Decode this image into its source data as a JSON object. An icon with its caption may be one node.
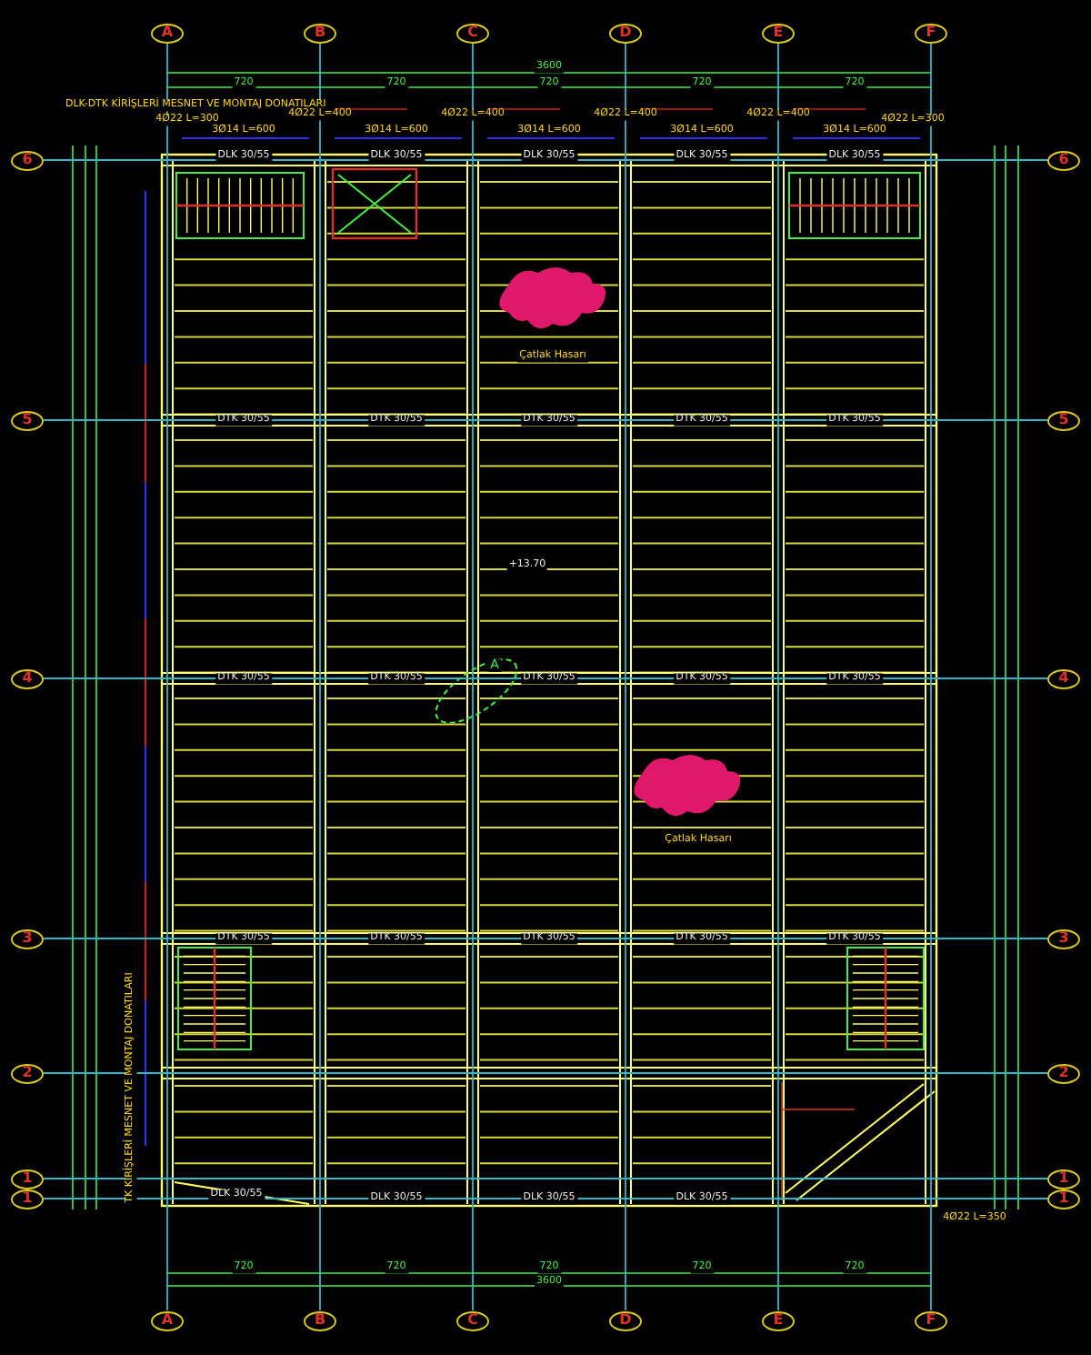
{
  "diagram": {
    "nodes": [
      {
        "text": [
          "A"
        ]
      },
      {
        "text": [
          "B"
        ]
      },
      {
        "text": [
          "C"
        ]
      },
      {
        "text": [
          "D"
        ]
      },
      {
        "text": [
          "E"
        ]
      },
      {
        "text": [
          "F"
        ]
      },
      {
        "text": [
          "A"
        ]
      },
      {
        "text": [
          "B"
        ]
      },
      {
        "text": [
          "C"
        ]
      },
      {
        "text": [
          "D"
        ]
      },
      {
        "text": [
          "E"
        ]
      },
      {
        "text": [
          "F"
        ]
      },
      {
        "text": [
          "6"
        ]
      },
      {
        "text": [
          "5"
        ]
      },
      {
        "text": [
          "4"
        ]
      },
      {
        "text": [
          "3"
        ]
      },
      {
        "text": [
          "2"
        ]
      },
      {
        "text": [
          "1"
        ]
      },
      {
        "text": [
          "1"
        ]
      },
      {
        "text": [
          "6"
        ]
      },
      {
        "text": [
          "5"
        ]
      },
      {
        "text": [
          "4"
        ]
      },
      {
        "text": [
          "3"
        ]
      },
      {
        "text": [
          "2"
        ]
      },
      {
        "text": [
          "1"
        ]
      },
      {
        "text": [
          "1"
        ]
      }
    ],
    "edges": [
      {
        "from": 0,
        "to": 6,
        "arrow": "none"
      },
      {
        "from": 1,
        "to": 7,
        "arrow": "none"
      },
      {
        "from": 2,
        "to": 8,
        "arrow": "none"
      },
      {
        "from": 3,
        "to": 9,
        "arrow": "none"
      },
      {
        "from": 4,
        "to": 10,
        "arrow": "none"
      },
      {
        "from": 5,
        "to": 11,
        "arrow": "none"
      },
      {
        "from": 12,
        "to": 19,
        "arrow": "none"
      },
      {
        "from": 13,
        "to": 20,
        "arrow": "none"
      },
      {
        "from": 14,
        "to": 21,
        "arrow": "none"
      },
      {
        "from": 15,
        "to": 22,
        "arrow": "none"
      },
      {
        "from": 16,
        "to": 23,
        "arrow": "none"
      },
      {
        "from": 17,
        "to": 24,
        "arrow": "none"
      },
      {
        "from": 18,
        "to": 25,
        "arrow": "none"
      }
    ],
    "labels": [
      "DLK-DTK KİRİŞLERİ MESNET VE MONTAJ DONATILARI",
      "3600",
      "720",
      "720",
      "720",
      "720",
      "720",
      "4Ø22 L=300",
      "4Ø22 L=400",
      "4Ø22 L=400",
      "4Ø22 L=400",
      "4Ø22 L=400",
      "4Ø22 L=300",
      "3Ø14 L=600",
      "3Ø14 L=600",
      "3Ø14 L=600",
      "3Ø14 L=600",
      "3Ø14 L=600",
      "DLK 30/55",
      "DLK 30/55",
      "DLK 30/55",
      "DLK 30/55",
      "DLK 30/55",
      "DTK 30/55",
      "DTK 30/55",
      "DTK 30/55",
      "DTK 30/55",
      "DTK 30/55",
      "DTK 30/55",
      "DTK 30/55",
      "DTK 30/55",
      "DTK 30/55",
      "DTK 30/55",
      "DTK 30/55",
      "DTK 30/55",
      "DTK 30/55",
      "DTK 30/55",
      "DTK 30/55",
      "Çatlak Hasarı",
      "+13.70",
      "A",
      "Çatlak Hasarı",
      "DLK 30/55",
      "DLK 30/55",
      "DLK 30/55",
      "DLK 30/55",
      "4Ø22 L=350",
      "TK KİRİŞLERİ MESNET VE MONTAJ DONATILARI",
      "720",
      "720",
      "720",
      "720",
      "720",
      "3600"
    ]
  }
}
